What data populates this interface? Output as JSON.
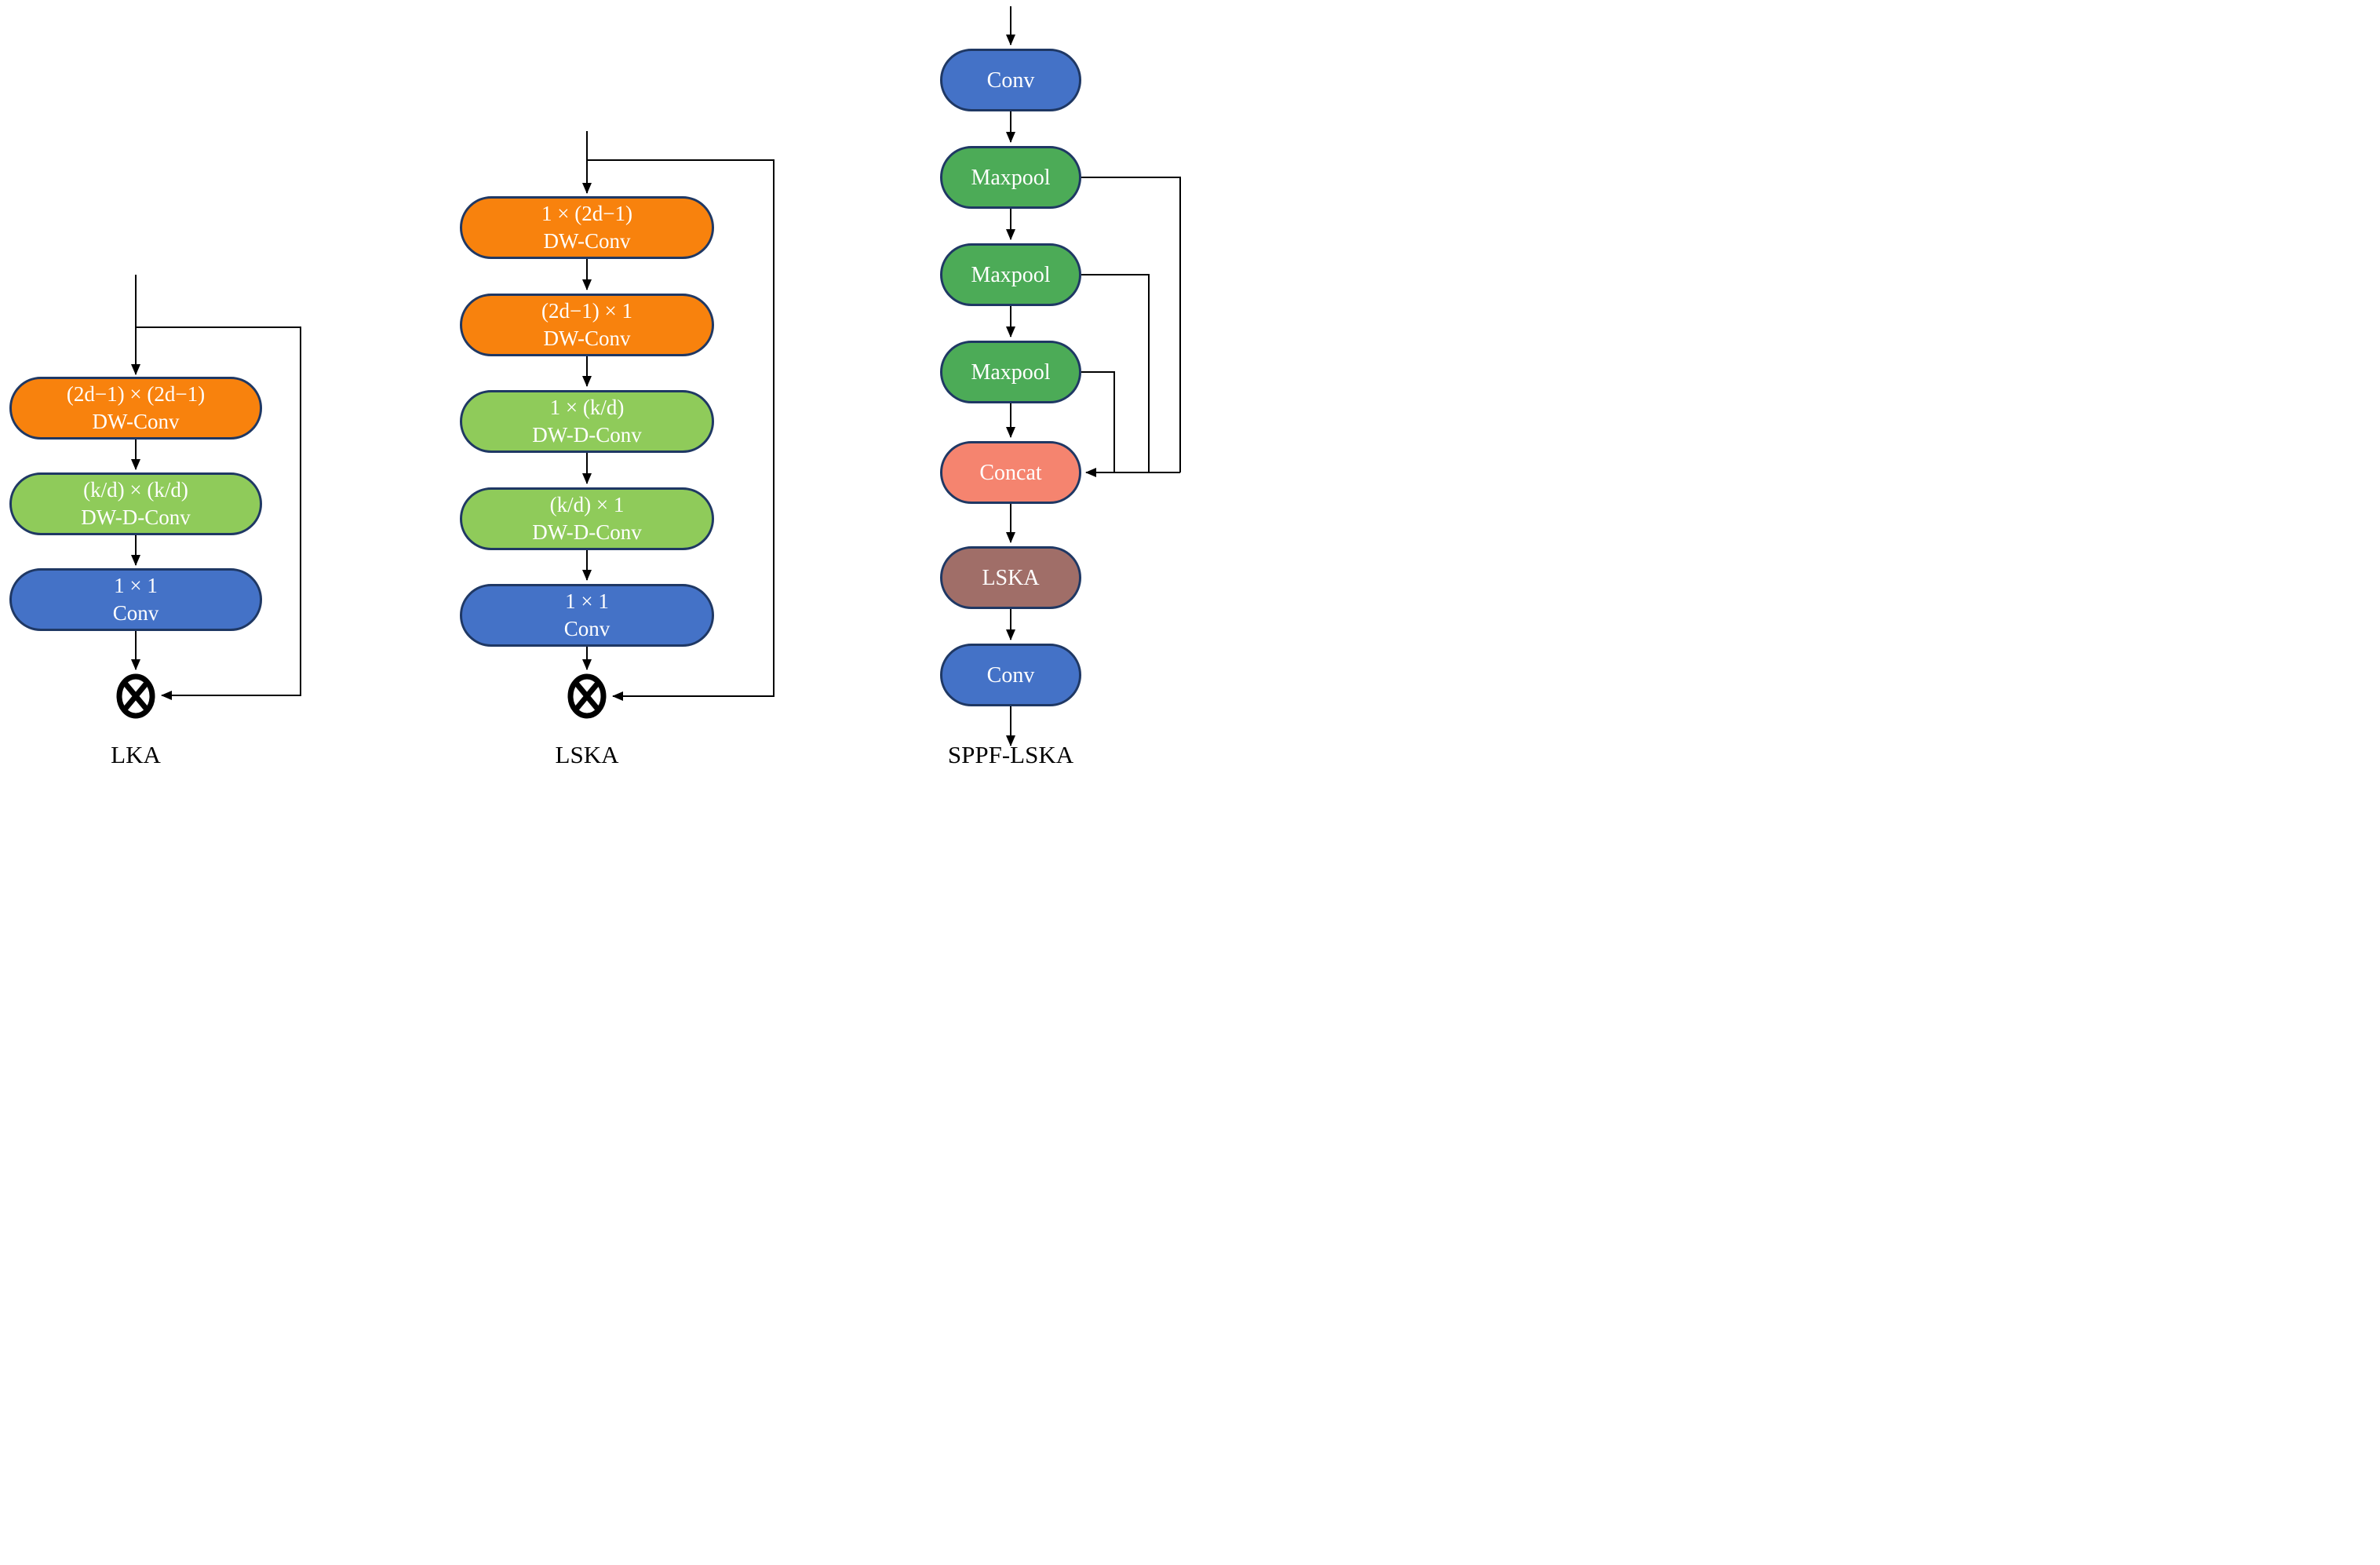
{
  "figure": {
    "columns": [
      {
        "id": "lka",
        "label": "LKA",
        "boxes": [
          {
            "line1": "(2d−1) × (2d−1)",
            "line2": "DW-Conv",
            "color": "#F8820D"
          },
          {
            "line1": "(k/d) × (k/d)",
            "line2": "DW-D-Conv",
            "color": "#8FCB5A"
          },
          {
            "line1": "1 × 1",
            "line2": "Conv",
            "color": "#4472C7"
          }
        ],
        "merge_operator": {
          "icon": "multiply-icon",
          "glyph": "⊗"
        },
        "skip_connection": "input → multiply"
      },
      {
        "id": "lska",
        "label": "LSKA",
        "boxes": [
          {
            "line1": "1 × (2d−1)",
            "line2": "DW-Conv",
            "color": "#F8820D"
          },
          {
            "line1": "(2d−1) × 1",
            "line2": "DW-Conv",
            "color": "#F8820D"
          },
          {
            "line1": "1 × (k/d)",
            "line2": "DW-D-Conv",
            "color": "#8FCB5A"
          },
          {
            "line1": "(k/d) × 1",
            "line2": "DW-D-Conv",
            "color": "#8FCB5A"
          },
          {
            "line1": "1 × 1",
            "line2": "Conv",
            "color": "#4472C7"
          }
        ],
        "merge_operator": {
          "icon": "multiply-icon",
          "glyph": "⊗"
        },
        "skip_connection": "input → multiply"
      },
      {
        "id": "sppf-lska",
        "label": "SPPF-LSKA",
        "boxes": [
          {
            "line1": "Conv",
            "color": "#4472C7"
          },
          {
            "line1": "Maxpool",
            "color": "#4CAB57"
          },
          {
            "line1": "Maxpool",
            "color": "#4CAB57"
          },
          {
            "line1": "Maxpool",
            "color": "#4CAB57"
          },
          {
            "line1": "Concat",
            "color": "#F5846F"
          },
          {
            "line1": "LSKA",
            "color": "#A06E68"
          },
          {
            "line1": "Conv",
            "color": "#4472C7"
          }
        ],
        "skip_connections": [
          "Maxpool-1 → Concat",
          "Maxpool-2 → Concat",
          "Maxpool-3 → Concat"
        ]
      }
    ],
    "colors": {
      "dw_conv_orange": "#F8820D",
      "dw_d_conv_green": "#8FCB5A",
      "conv_blue": "#4472C7",
      "maxpool_green": "#4CAB57",
      "concat_salmon": "#F5846F",
      "lska_brown": "#A06E68",
      "box_border": "#1F3864",
      "line_black": "#000000",
      "box_text": "#FFFFFF",
      "label_text": "#000000"
    }
  }
}
